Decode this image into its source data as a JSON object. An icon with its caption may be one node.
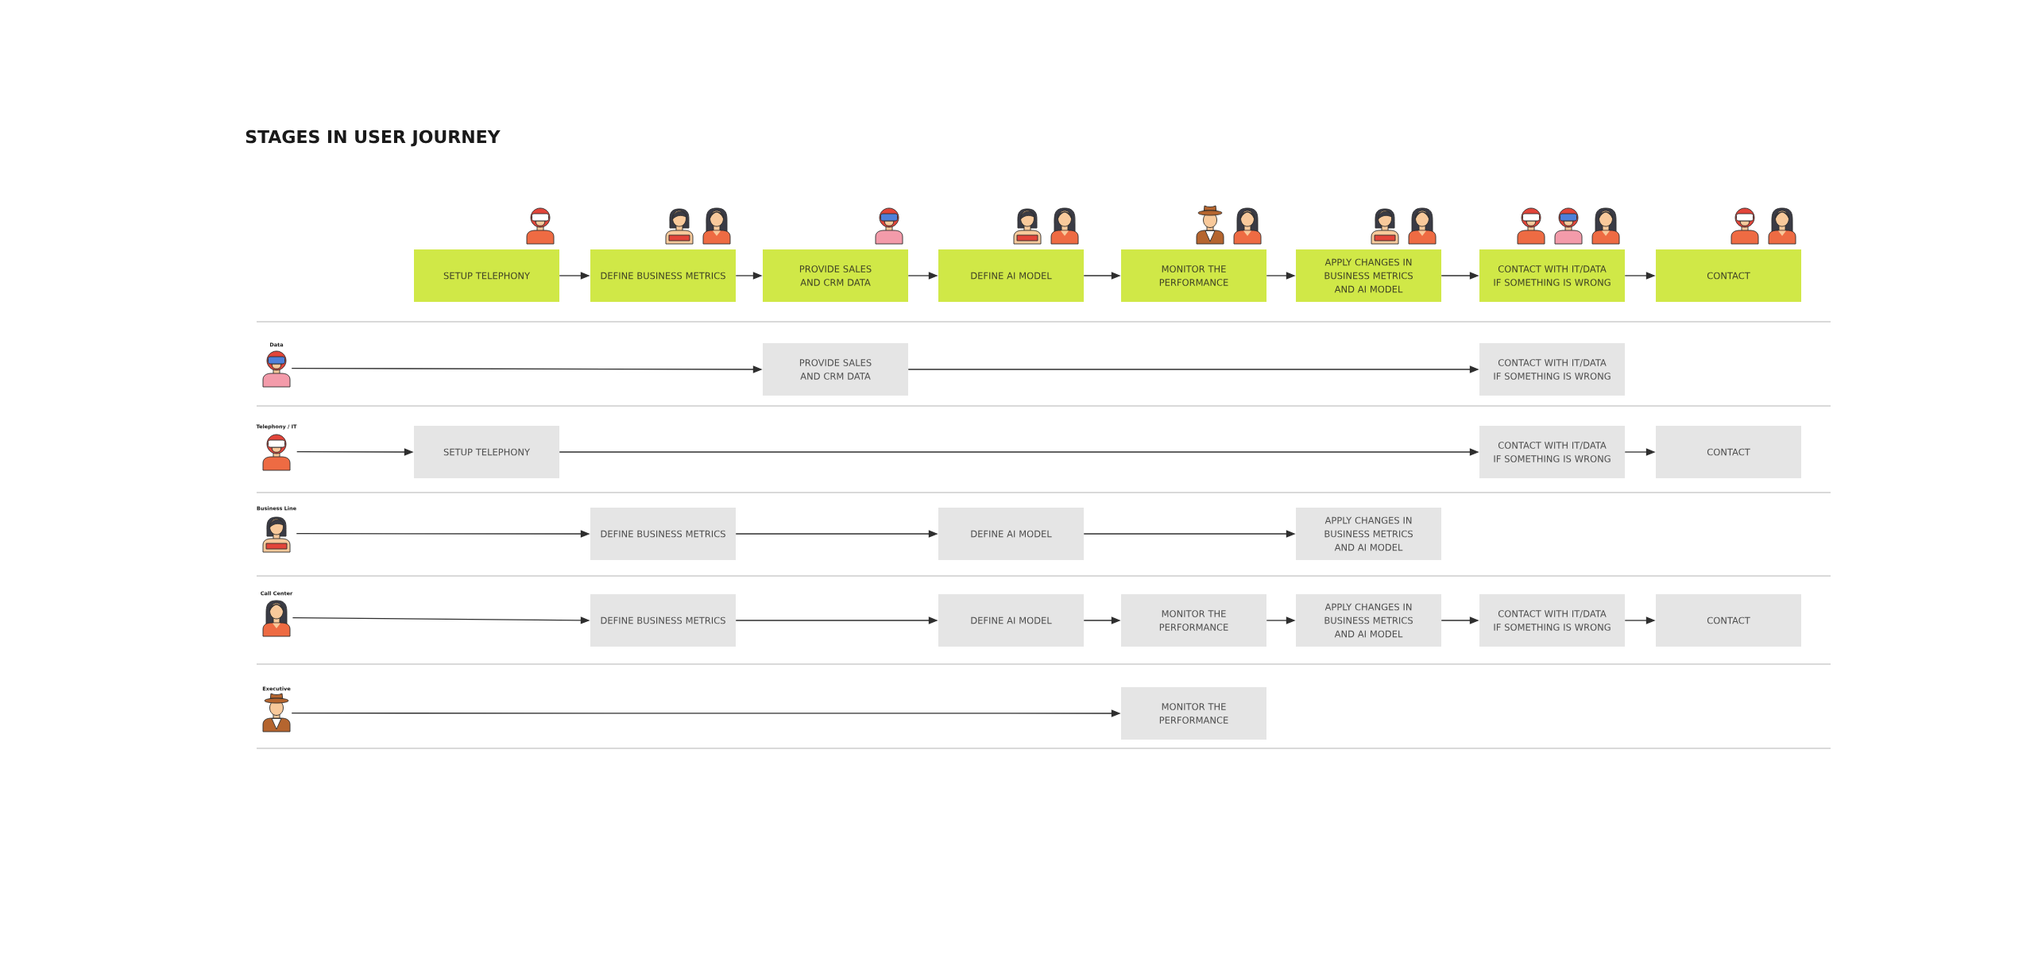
{
  "diagram": {
    "title": "STAGES IN USER JOURNEY",
    "nodes": [
      {
        "text": [
          "SETUP TELEPHONY"
        ]
      },
      {
        "text": [
          "DEFINE BUSINESS METRICS"
        ]
      },
      {
        "text": [
          "PROVIDE SALES AND CRM DATA"
        ]
      },
      {
        "text": [
          "DEFINE AI MODEL"
        ]
      },
      {
        "text": [
          "MONITOR THE PERFORMANCE"
        ]
      },
      {
        "text": [
          "APPLY CHANGES IN BUSINESS METRICS AND AI MODEL"
        ]
      },
      {
        "text": [
          "CONTACT WITH IT/DATA IF SOMETHING IS WRONG"
        ]
      },
      {
        "text": [
          "CONTACT"
        ]
      },
      {
        "text": [
          "Data"
        ]
      },
      {
        "text": [
          "PROVIDE SALES AND CRM DATA"
        ]
      },
      {
        "text": [
          "CONTACT WITH IT/DATA IF SOMETHING IS WRONG"
        ]
      },
      {
        "text": [
          "Telephony / IT"
        ]
      },
      {
        "text": [
          "SETUP TELEPHONY"
        ]
      },
      {
        "text": [
          "CONTACT WITH IT/DATA IF SOMETHING IS WRONG"
        ]
      },
      {
        "text": [
          "CONTACT"
        ]
      },
      {
        "text": [
          "Business Line"
        ]
      },
      {
        "text": [
          "DEFINE BUSINESS METRICS"
        ]
      },
      {
        "text": [
          "DEFINE AI MODEL"
        ]
      },
      {
        "text": [
          "APPLY CHANGES IN BUSINESS METRICS AND AI MODEL"
        ]
      },
      {
        "text": [
          "Call Center"
        ]
      },
      {
        "text": [
          "DEFINE BUSINESS METRICS"
        ]
      },
      {
        "text": [
          "DEFINE AI MODEL"
        ]
      },
      {
        "text": [
          "MONITOR THE PERFORMANCE"
        ]
      },
      {
        "text": [
          "APPLY CHANGES IN BUSINESS METRICS AND AI MODEL"
        ]
      },
      {
        "text": [
          "CONTACT WITH IT/DATA IF SOMETHING IS WRONG"
        ]
      },
      {
        "text": [
          "CONTACT"
        ]
      },
      {
        "text": [
          "Executive"
        ]
      },
      {
        "text": [
          "MONITOR THE PERFORMANCE"
        ]
      }
    ],
    "edges": [
      {
        "from": 0,
        "to": 1,
        "arrow": "to"
      },
      {
        "from": 1,
        "to": 2,
        "arrow": "to"
      },
      {
        "from": 2,
        "to": 3,
        "arrow": "to"
      },
      {
        "from": 3,
        "to": 4,
        "arrow": "to"
      },
      {
        "from": 4,
        "to": 5,
        "arrow": "to"
      },
      {
        "from": 5,
        "to": 6,
        "arrow": "to"
      },
      {
        "from": 6,
        "to": 7,
        "arrow": "to"
      },
      {
        "from": 8,
        "to": 9,
        "arrow": "to"
      },
      {
        "from": 9,
        "to": 10,
        "arrow": "to"
      },
      {
        "from": 11,
        "to": 12,
        "arrow": "to"
      },
      {
        "from": 12,
        "to": 13,
        "arrow": "to"
      },
      {
        "from": 13,
        "to": 14,
        "arrow": "to"
      },
      {
        "from": 15,
        "to": 16,
        "arrow": "to"
      },
      {
        "from": 16,
        "to": 17,
        "arrow": "to"
      },
      {
        "from": 17,
        "to": 18,
        "arrow": "to"
      },
      {
        "from": 19,
        "to": 20,
        "arrow": "to"
      },
      {
        "from": 20,
        "to": 21,
        "arrow": "to"
      },
      {
        "from": 21,
        "to": 22,
        "arrow": "to"
      },
      {
        "from": 22,
        "to": 23,
        "arrow": "to"
      },
      {
        "from": 23,
        "to": 24,
        "arrow": "to"
      },
      {
        "from": 24,
        "to": 25,
        "arrow": "to"
      },
      {
        "from": 26,
        "to": 27,
        "arrow": "to"
      }
    ]
  }
}
